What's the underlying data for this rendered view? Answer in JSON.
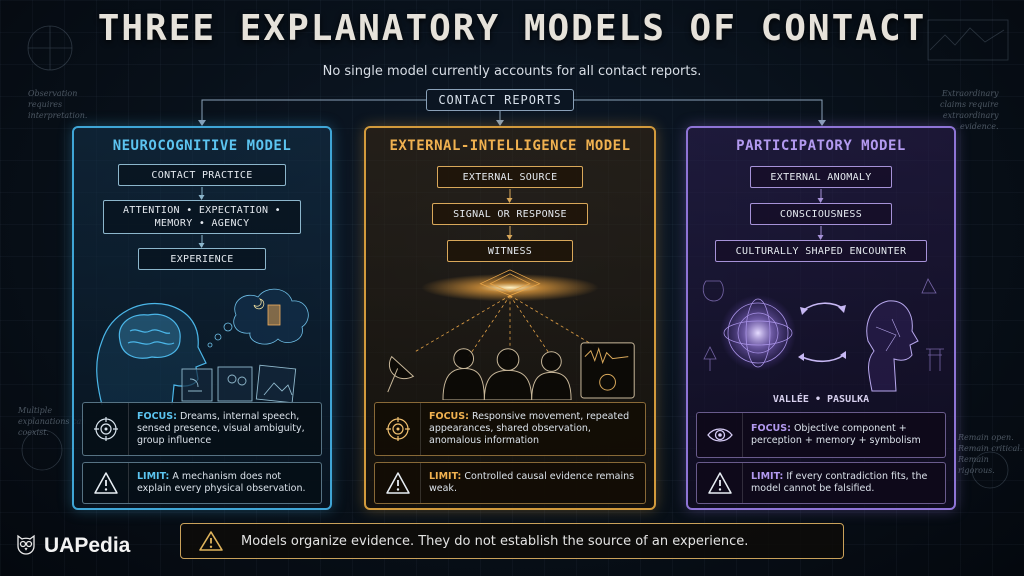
{
  "title": "THREE EXPLANATORY MODELS OF CONTACT",
  "subtitle": "No single model currently accounts for all contact reports.",
  "root": "CONTACT REPORTS",
  "side_notes": {
    "left_top": [
      "Observation",
      "requires",
      "interpretation."
    ],
    "right_top": [
      "Extraordinary",
      "claims require",
      "extraordinary",
      "evidence."
    ],
    "left_mid": [
      "Multiple",
      "explanations can",
      "coexist."
    ],
    "right_mid": [
      "Remain open.",
      "Remain critical.",
      "Remain rigorous."
    ]
  },
  "models": [
    {
      "title": "NEUROCOGNITIVE MODEL",
      "accent": "#3fa5d6",
      "steps": [
        "CONTACT PRACTICE",
        "ATTENTION • EXPECTATION • MEMORY • AGENCY",
        "EXPERIENCE"
      ],
      "focus_label": "FOCUS:",
      "focus_text": "Dreams, internal speech, sensed presence, visual ambiguity, group influence",
      "limit_label": "LIMIT:",
      "limit_text": "A mechanism does not explain every physical observation."
    },
    {
      "title": "EXTERNAL-INTELLIGENCE MODEL",
      "accent": "#d29a3c",
      "steps": [
        "EXTERNAL SOURCE",
        "SIGNAL OR RESPONSE",
        "WITNESS"
      ],
      "focus_label": "FOCUS:",
      "focus_text": "Responsive movement, repeated appearances, shared observation, anomalous information",
      "limit_label": "LIMIT:",
      "limit_text": "Controlled causal evidence remains weak."
    },
    {
      "title": "PARTICIPATORY MODEL",
      "accent": "#8e74d6",
      "steps": [
        "EXTERNAL ANOMALY",
        "CONSCIOUSNESS",
        "CULTURALLY SHAPED ENCOUNTER"
      ],
      "names": "VALLÉE • PASULKA",
      "focus_label": "FOCUS:",
      "focus_text": "Objective component + perception + memory + symbolism",
      "limit_label": "LIMIT:",
      "limit_text": "If every contradiction fits, the model cannot be falsified."
    }
  ],
  "footer": "Models organize evidence. They do not establish the source of an experience.",
  "logo": "UAPedia",
  "icons": {
    "focus": "target-icon",
    "focus_participatory": "eye-icon",
    "limit": "warning-icon",
    "footer": "warning-icon",
    "logo": "owl-icon"
  }
}
